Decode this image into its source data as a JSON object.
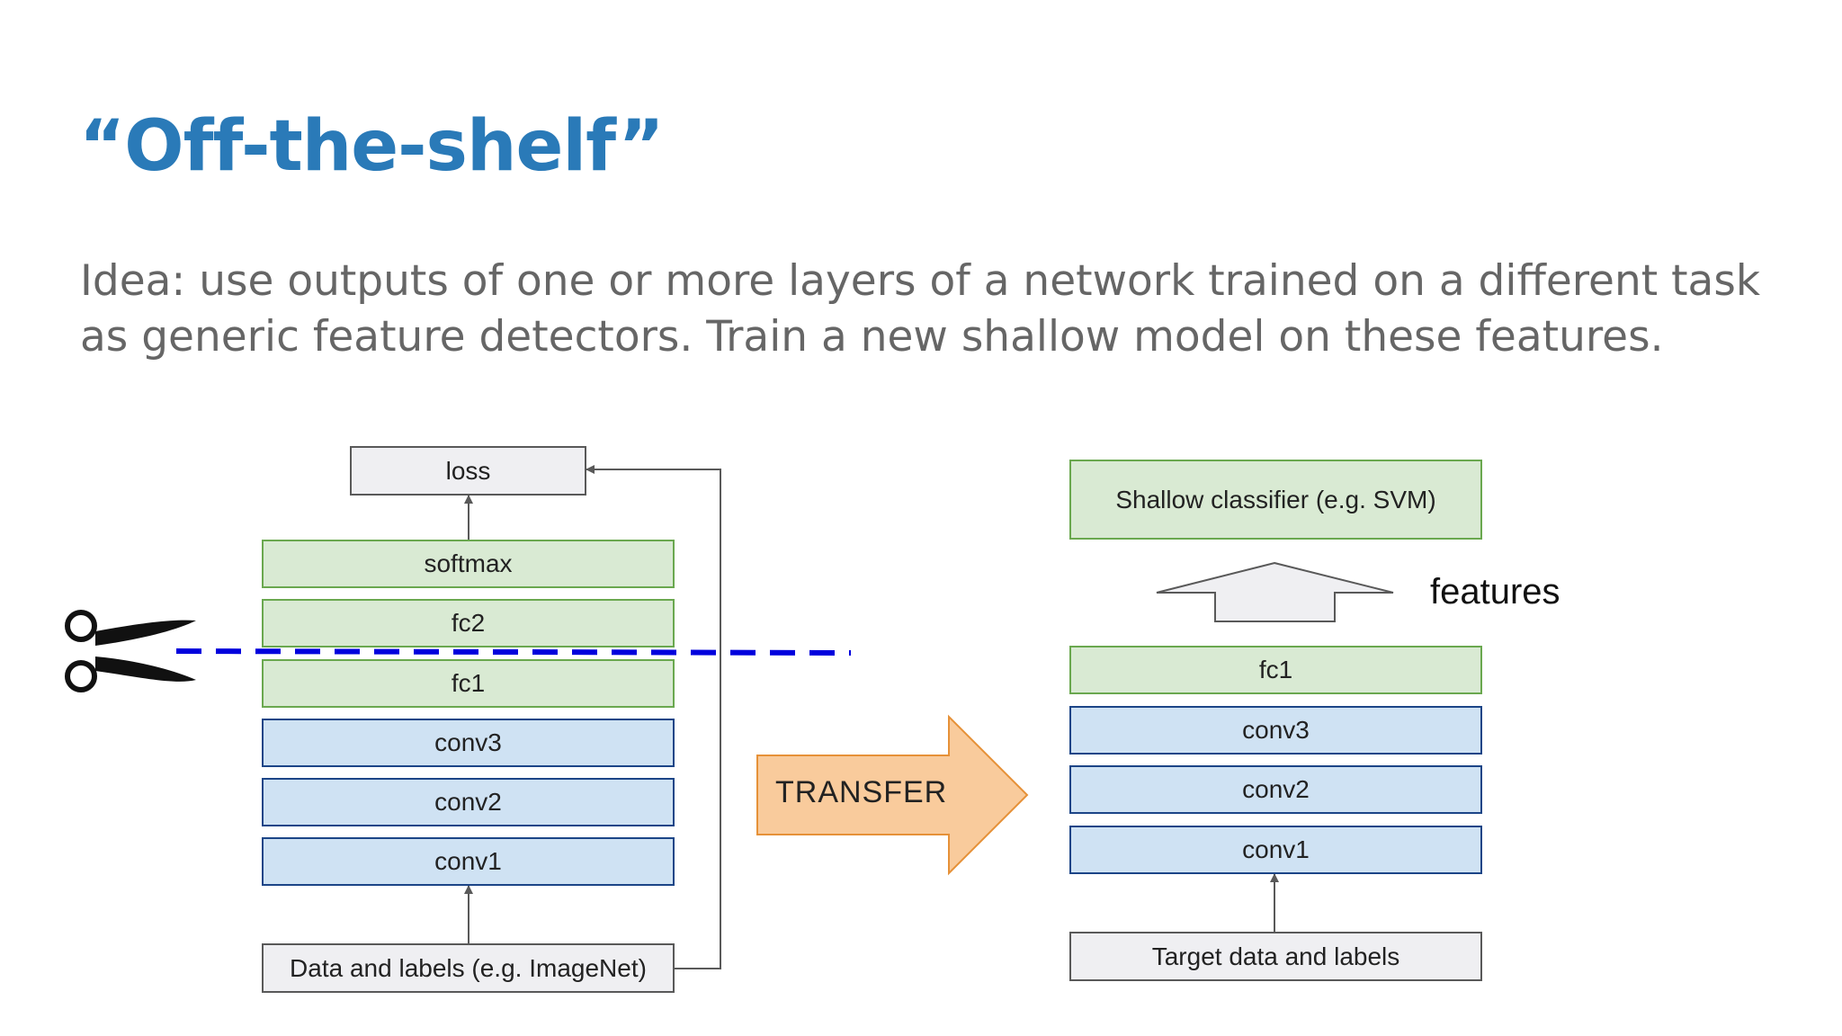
{
  "slide": {
    "title": "“Off-the-shelf”",
    "idea_text": "Idea: use outputs of one or more layers of a network trained on a different task as generic feature detectors. Train a new shallow model on these features."
  },
  "left_stack": {
    "loss": "loss",
    "softmax": "softmax",
    "fc2": "fc2",
    "fc1": "fc1",
    "conv3": "conv3",
    "conv2": "conv2",
    "conv1": "conv1",
    "data": "Data and labels (e.g. ImageNet)"
  },
  "transfer_label": "TRANSFER",
  "right_stack": {
    "classifier": "Shallow classifier (e.g. SVM)",
    "features_label": "features",
    "fc1": "fc1",
    "conv3": "conv3",
    "conv2": "conv2",
    "conv1": "conv1",
    "data": "Target data and labels"
  },
  "colors": {
    "title": "#2a7ab8",
    "body_text": "#666666",
    "green_fill": "#d9ead3",
    "green_border": "#6aa84f",
    "blue_fill": "#cfe2f3",
    "blue_border": "#1c4587",
    "gray_fill": "#efeff2",
    "transfer_arrow": "#f9cb9c",
    "cut_line": "#0000dd"
  },
  "icons": [
    "scissors-icon"
  ]
}
